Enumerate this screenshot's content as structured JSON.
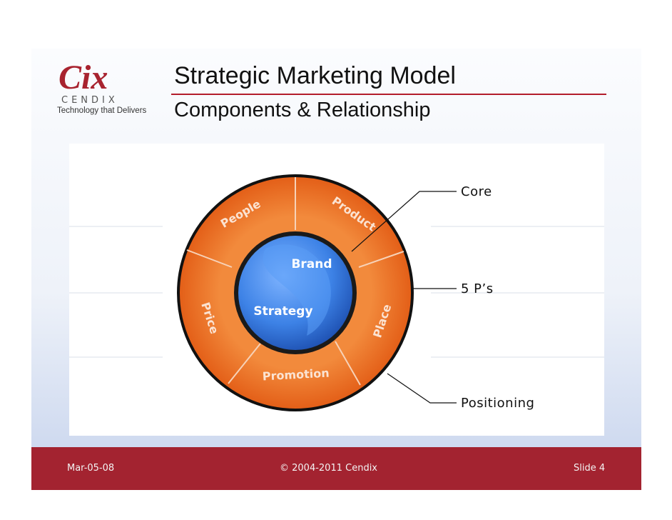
{
  "logo": {
    "wordmark": "Cix",
    "name": "CENDIX",
    "tagline": "Technology that Delivers"
  },
  "header": {
    "title": "Strategic Marketing Model",
    "subtitle": "Components &  Relationship"
  },
  "diagram": {
    "core": {
      "top": "Brand",
      "bottom": "Strategy"
    },
    "segments": [
      "People",
      "Product",
      "Place",
      "Promotion",
      "Price"
    ],
    "callouts": [
      "Core",
      "5 P’s",
      "Positioning"
    ],
    "colors": {
      "ring": "#e8661d",
      "core": "#2f73d6",
      "accent": "#b31d2b"
    }
  },
  "footer": {
    "date": "Mar-05-08",
    "copyright": "© 2004-2011 Cendix",
    "slide": "Slide 4"
  }
}
